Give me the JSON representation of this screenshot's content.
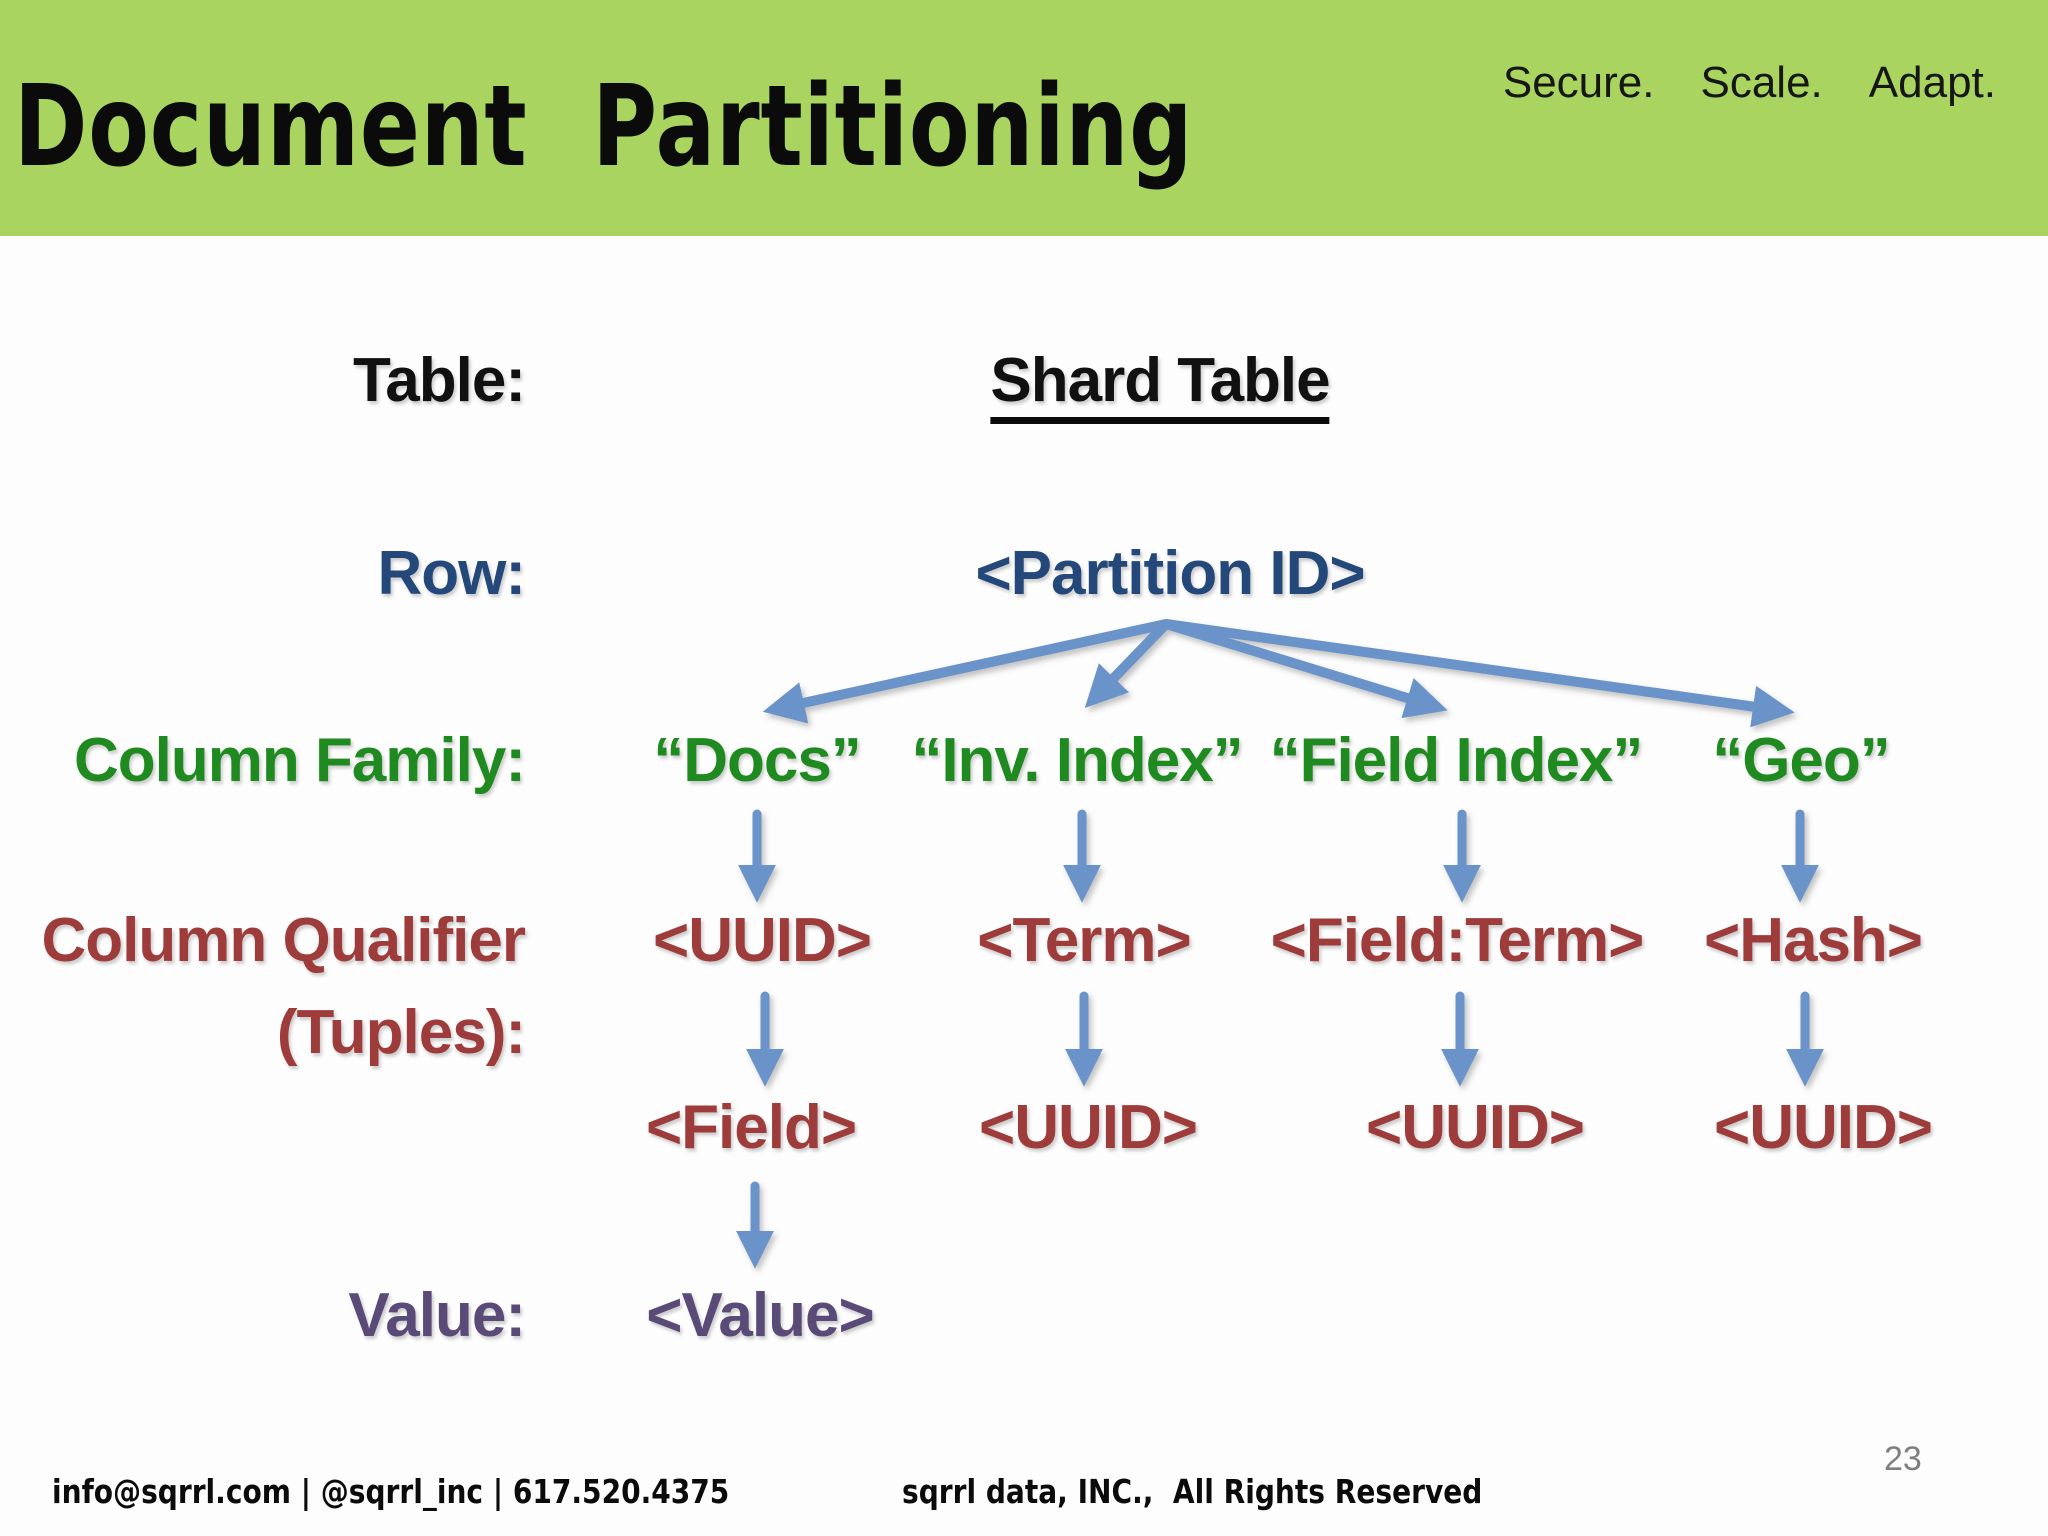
{
  "header": {
    "title": "Document Partitioning",
    "tagline": [
      "Secure.",
      "Scale.",
      "Adapt."
    ]
  },
  "diagram": {
    "table": {
      "label": "Table:",
      "value": "Shard Table"
    },
    "row": {
      "label": "Row:",
      "value": "<Partition ID>"
    },
    "column_family": {
      "label": "Column Family:",
      "items": [
        "“Docs”",
        "“Inv. Index”",
        "“Field Index”",
        "“Geo”"
      ]
    },
    "column_qualifier": {
      "label_line1": "Column Qualifier",
      "label_line2": "(Tuples):",
      "tuples": [
        "<UUID>",
        "<Term>",
        "<Field:Term>",
        "<Hash>"
      ],
      "subtuples": [
        "<Field>",
        "<UUID>",
        "<UUID>",
        "<UUID>"
      ]
    },
    "value": {
      "label": "Value:",
      "value": "<Value>"
    }
  },
  "footer": {
    "contact": "info@sqrrl.com | @sqrrl_inc | 617.520.4375",
    "company": "sqrrl data, INC.,  All Rights Reserved",
    "page_number": "23"
  },
  "colors": {
    "header_green": "#a8d45f",
    "row_blue": "#25487b",
    "family_green": "#1f8a1f",
    "qualifier_red": "#9e3b3b",
    "value_purple": "#594a77",
    "arrow_blue": "#6b94c9",
    "page_number_gray": "#7f7f7f"
  }
}
